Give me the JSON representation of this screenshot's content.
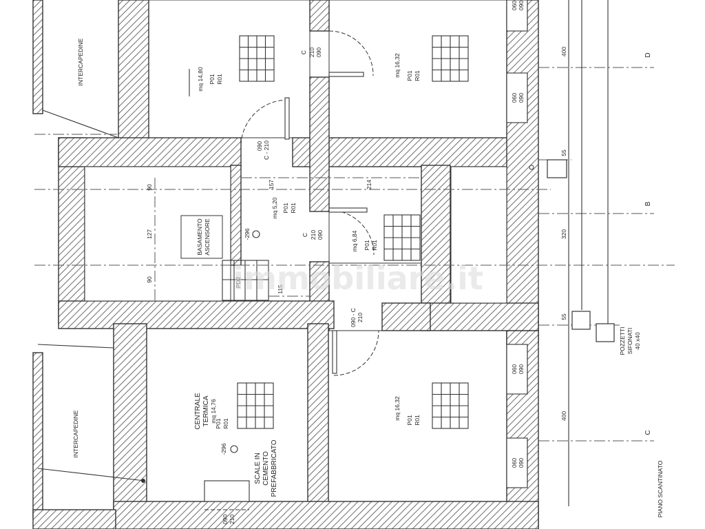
{
  "colors": {
    "wall": "#333333",
    "hatch": "#777777",
    "background": "#ffffff"
  },
  "watermark": "immobiliare.it",
  "rooms": {
    "intercapedine_top": "INTERCAPEDINE",
    "intercapedine_bottom": "INTERCAPEDINE",
    "room_top_left": {
      "area": "mq 14,80",
      "codes": [
        "P01",
        "R01"
      ]
    },
    "room_top_right": {
      "area": "mq 16,32",
      "codes": [
        "P01",
        "R01"
      ]
    },
    "corridor": {
      "area": "mq 5,20",
      "codes": [
        "P01",
        "R01"
      ]
    },
    "bath": {
      "area": "mq 6,84",
      "codes": [
        "P01",
        "R01"
      ]
    },
    "centrale": {
      "name_line1": "CENTRALE",
      "name_line2": "TERMICA",
      "area": "mq 14,76",
      "codes": [
        "P01",
        "R01"
      ]
    },
    "room_bottom_right": {
      "area": "mq 16,32",
      "codes": [
        "P01",
        "R01"
      ]
    },
    "ascensore_line1": "BASAMENTO",
    "ascensore_line2": "ASCENSORE",
    "scale_line1": "SCALE IN",
    "scale_line2": "CEMENTO",
    "scale_line3": "PREFABBRICATO",
    "pozzetti_line1": "POZZETTI",
    "pozzetti_line2": "SIFONATI",
    "pozzetti_size": "40 x40",
    "piano": "PIANO SCANTINATO"
  },
  "levels": {
    "corridor": "-296",
    "centrale": "-296"
  },
  "stair_label": "PD2",
  "doors": {
    "d1": [
      "C",
      "090",
      "210"
    ],
    "d2": [
      "090",
      "C - 210"
    ],
    "d3": [
      "C",
      "090",
      "210"
    ],
    "d4": [
      "090 - C",
      "210"
    ],
    "d_bottom": [
      "090",
      "210"
    ]
  },
  "windows": [
    "060",
    "090",
    "060",
    "090",
    "060",
    "090",
    "060",
    "090"
  ],
  "dims": {
    "d90a": "90",
    "d127": "127",
    "d90b": "90",
    "d157": "157",
    "d214": "214",
    "d115": "115",
    "d400a": "400",
    "d320": "320",
    "d400b": "400",
    "d55a": "55",
    "d55b": "55"
  },
  "axes": {
    "D": "D",
    "B": "B",
    "C": "C"
  }
}
